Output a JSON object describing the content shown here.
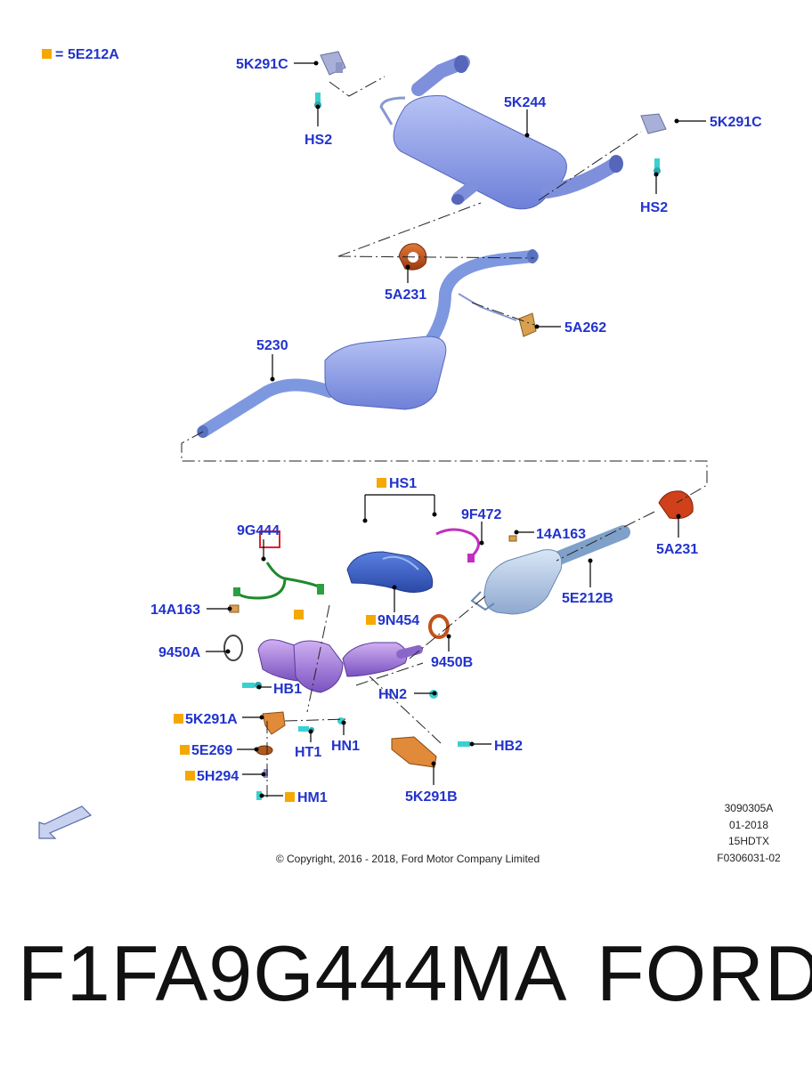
{
  "legend": {
    "code": "5E212A",
    "symbol": "="
  },
  "labels": {
    "l5k291c_a": "5K291C",
    "hs2_a": "HS2",
    "l5k244": "5K244",
    "l5k291c_b": "5K291C",
    "hs2_b": "HS2",
    "l5a231_a": "5A231",
    "l5a262": "5A262",
    "l5230": "5230",
    "hs1": "HS1",
    "l9g444": "9G444",
    "l9f472": "9F472",
    "l14a163_a": "14A163",
    "l5a231_b": "5A231",
    "l14a163_b": "14A163",
    "l5e212b": "5E212B",
    "l9n454": "9N454",
    "l9450a": "9450A",
    "l9450b": "9450B",
    "hb1": "HB1",
    "hn2": "HN2",
    "l5k291a": "5K291A",
    "ht1": "HT1",
    "hn1": "HN1",
    "l5e269": "5E269",
    "hb2": "HB2",
    "l5h294": "5H294",
    "hm1": "HM1",
    "l5k291b": "5K291B"
  },
  "info_block": {
    "line1": "3090305A",
    "line2": "01-2018",
    "line3": "15HDTX",
    "line4": "F0306031-02"
  },
  "copyright": "© Copyright, 2016 - 2018, Ford Motor Company Limited",
  "part_number": "F1FA9G444MA",
  "brand": "FORD",
  "colors": {
    "label_blue": "#2233cc",
    "legend_square": "#f5a800",
    "muffler_blue": "#8a9ae8",
    "catalyst_purple": "#a07ad8",
    "clamp_orange": "#c2521a",
    "fastener_cyan": "#3ad0d0",
    "sensor_green": "#1e8a2a",
    "sensor_magenta": "#c030c0",
    "highlight_red": "#e02030"
  }
}
